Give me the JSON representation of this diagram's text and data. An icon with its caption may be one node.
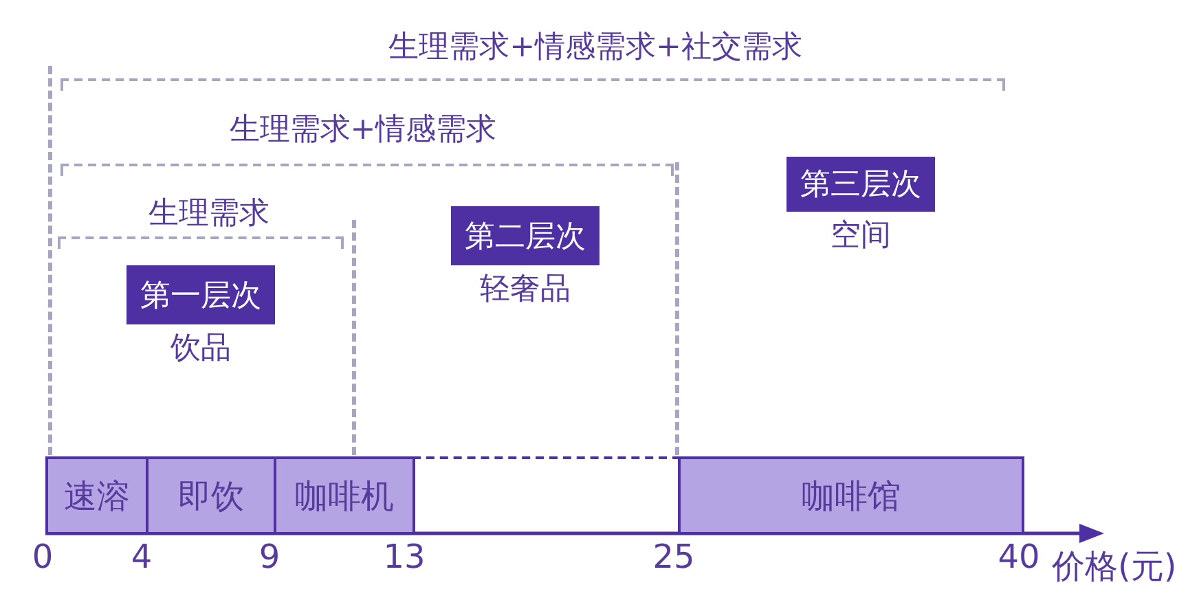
{
  "diagram": {
    "nodes": [
      {
        "text": [
          "生理需求+情感需求+社交需求"
        ]
      },
      {
        "text": [
          "第三层次"
        ],
        "in": 0,
        "beside": [
          "空间"
        ]
      },
      {
        "text": [
          "生理需求+情感需求"
        ],
        "in": 0
      },
      {
        "text": [
          "第二层次"
        ],
        "in": 2,
        "beside": [
          "轻奢品"
        ]
      },
      {
        "text": [
          "生理需求"
        ],
        "in": 2
      },
      {
        "text": [
          "第一层次"
        ],
        "in": 4,
        "beside": [
          "饮品"
        ]
      },
      {
        "text": [
          "速溶"
        ]
      },
      {
        "text": [
          "即饮"
        ]
      },
      {
        "text": [
          "咖啡机"
        ]
      },
      {
        "text": [],
        "shape": "box"
      },
      {
        "text": [
          "咖啡馆"
        ]
      }
    ],
    "labels": [
      "0",
      "4",
      "9",
      "13",
      "25",
      "40",
      "价格(元)"
    ]
  }
}
